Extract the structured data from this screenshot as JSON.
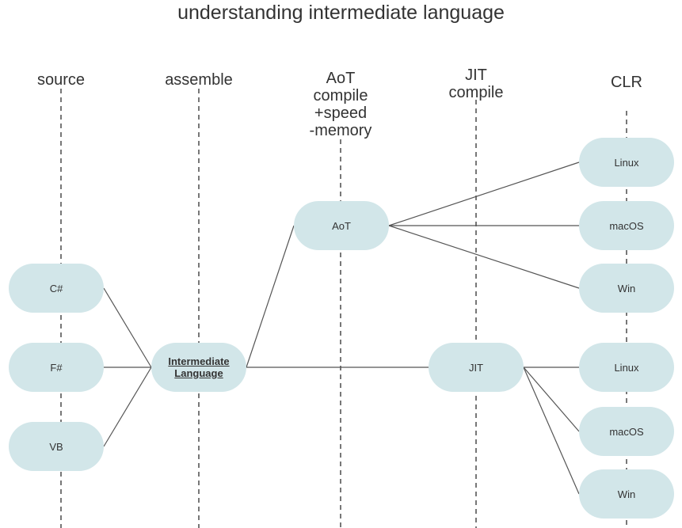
{
  "title": "understanding intermediate language",
  "columns": {
    "source": "source",
    "assemble": "assemble",
    "aot": "AoT\ncompile\n+speed\n-memory",
    "jit": "JIT\ncompile",
    "clr": "CLR"
  },
  "nodes": {
    "csharp": "C#",
    "fsharp": "F#",
    "vb": "VB",
    "il": "Intermediate\nLanguage",
    "aot": "AoT",
    "jit": "JIT",
    "aot_linux": "Linux",
    "aot_macos": "macOS",
    "aot_win": "Win",
    "jit_linux": "Linux",
    "jit_macos": "macOS",
    "jit_win": "Win"
  },
  "colors": {
    "node_fill": "#d2e6e9",
    "edge": "#555555",
    "guide": "#777777",
    "text": "#333333"
  }
}
